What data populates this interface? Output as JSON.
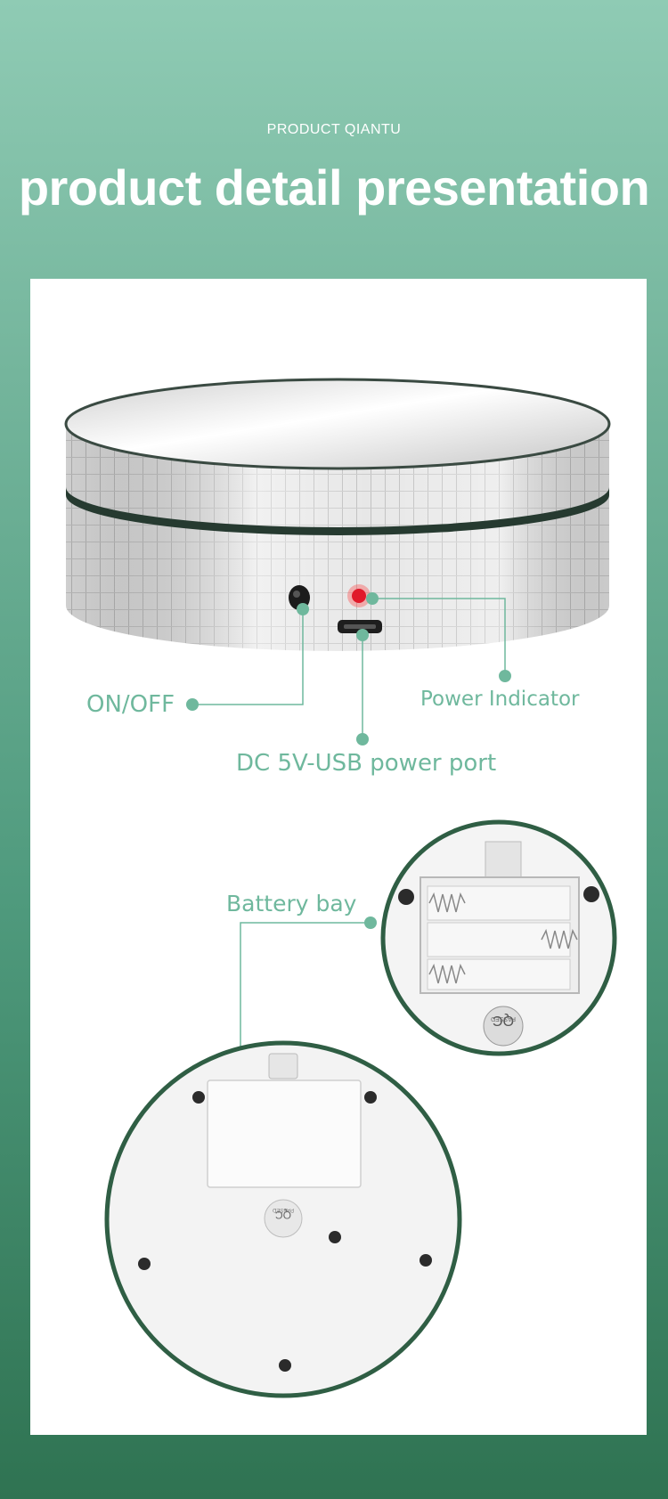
{
  "header": {
    "subtitle": "PRODUCT   QIANTU",
    "title": "product detail presentation"
  },
  "callouts": {
    "on_off": "ON/OFF",
    "power_indicator": "Power Indicator",
    "usb_port": "DC 5V-USB power port",
    "battery_bay": "Battery bay"
  },
  "badge": {
    "qc_text": "QC",
    "passed_text": "PASSED"
  },
  "colors": {
    "accent": "#6fb89d",
    "indicator_led": "#e0192a",
    "rim": "#2f5e44"
  }
}
